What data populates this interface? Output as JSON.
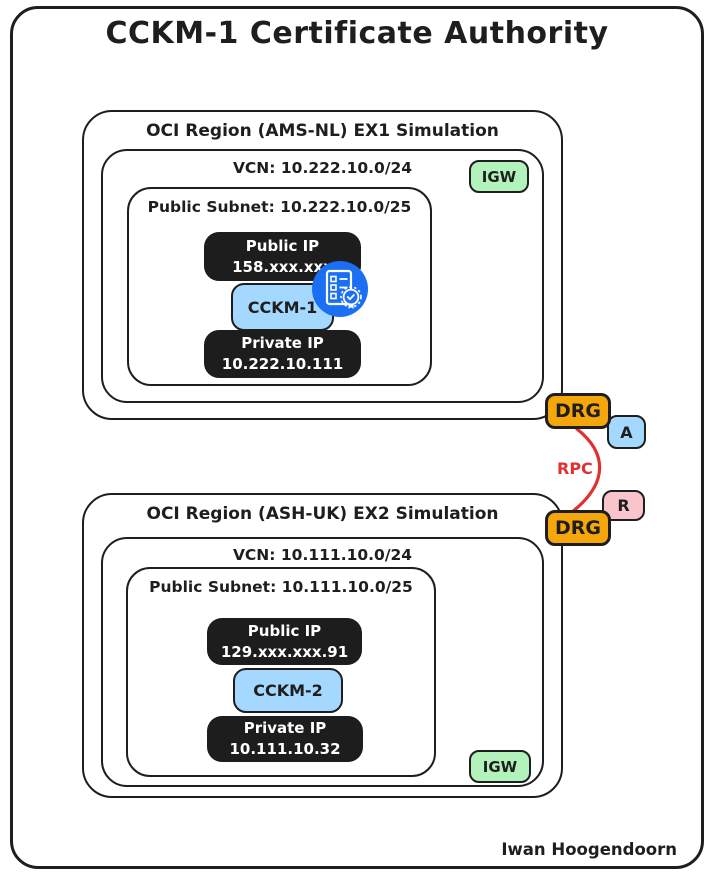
{
  "title": "CCKM-1 Certificate Authority",
  "author": "Iwan Hoogendoorn",
  "colors": {
    "ink": "#1e1e1e",
    "ip_box_black": "#1d1d1d",
    "instance_blue": "#a5d8ff",
    "igw_green": "#b2f2bb",
    "drg_orange": "#f5a60b",
    "badge_a_blue": "#a5d8ff",
    "badge_r_pink": "#f9c4cc",
    "certificate_icon_blue": "#1b6ff2",
    "rpc_red": "#e03131"
  },
  "regions": [
    {
      "title": "OCI Region (AMS-NL) EX1 Simulation",
      "vcn_label": "VCN: 10.222.10.0/24",
      "igw_label": "IGW",
      "subnet_label": "Public Subnet: 10.222.10.0/25",
      "public_ip_title": "Public IP",
      "public_ip_value": "158.xxx.xxx",
      "instance_label": "CCKM-1",
      "private_ip_title": "Private IP",
      "private_ip_value": "10.222.10.111"
    },
    {
      "title": "OCI Region (ASH-UK) EX2 Simulation",
      "vcn_label": "VCN: 10.111.10.0/24",
      "igw_label": "IGW",
      "subnet_label": "Public Subnet: 10.111.10.0/25",
      "public_ip_title": "Public IP",
      "public_ip_value": "129.xxx.xxx.91",
      "instance_label": "CCKM-2",
      "private_ip_title": "Private IP",
      "private_ip_value": "10.111.10.32"
    }
  ],
  "connection": {
    "drg_top_label": "DRG",
    "drg_bottom_label": "DRG",
    "rpc_label": "RPC",
    "badge_a": "A",
    "badge_r": "R"
  }
}
